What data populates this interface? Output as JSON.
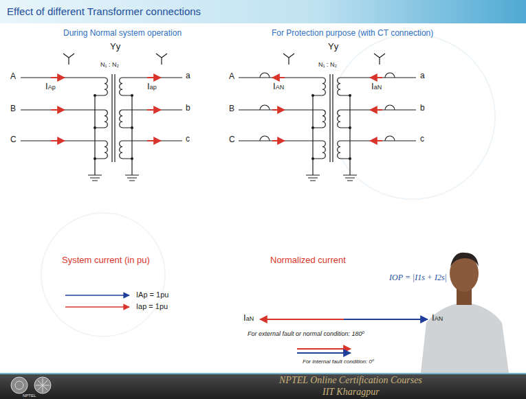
{
  "diagram": {
    "title": "Effect of different Transformer connections",
    "labels": [
      "During Normal system operation",
      "Yy",
      "N₁ : N₂",
      "A",
      "B",
      "C",
      "a",
      "b",
      "c",
      "IAp",
      "Iap",
      "For Protection purpose (with CT connection)",
      "Yy",
      "N₁ : N₂",
      "A",
      "B",
      "C",
      "a",
      "b",
      "c",
      "IAN",
      "IaN",
      "System current (in pu)",
      "IAp = 1pu",
      "Iap = 1pu",
      "Normalized current",
      "IOP = |I1s + I2s|",
      "IaN",
      "IAN",
      "For external fault or normal condition: 180⁰",
      "For internal fault condition: 0⁰",
      "NPTEL Online Certification Courses",
      "IIT Kharagpur",
      "NPTEL"
    ]
  }
}
